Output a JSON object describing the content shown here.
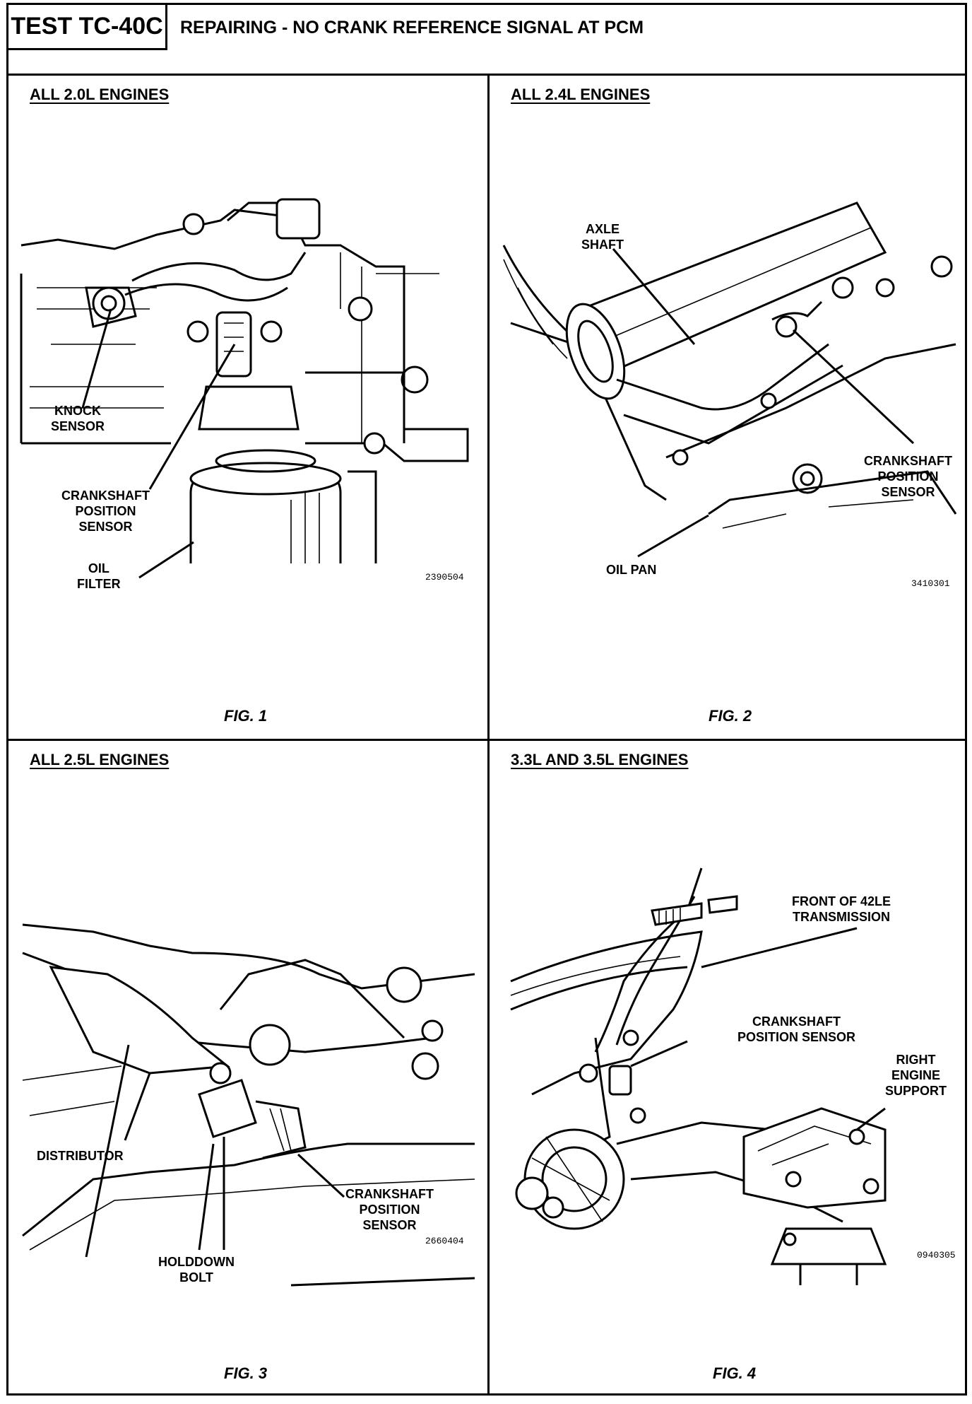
{
  "header": {
    "test_id": "TEST TC-40C",
    "title": "REPAIRING - NO CRANK REFERENCE SIGNAL AT PCM"
  },
  "panels": [
    {
      "title": "ALL 2.0L ENGINES",
      "figure": "FIG. 1",
      "code": "2390504",
      "labels": {
        "knock_sensor": [
          "KNOCK",
          "SENSOR"
        ],
        "crankshaft_sensor": [
          "CRANKSHAFT",
          "POSITION",
          "SENSOR"
        ],
        "oil_filter": [
          "OIL",
          "FILTER"
        ]
      }
    },
    {
      "title": "ALL 2.4L ENGINES",
      "figure": "FIG. 2",
      "code": "3410301",
      "labels": {
        "axle_shaft": [
          "AXLE",
          "SHAFT"
        ],
        "crankshaft_sensor": [
          "CRANKSHAFT",
          "POSITION",
          "SENSOR"
        ],
        "oil_pan": [
          "OIL PAN"
        ]
      }
    },
    {
      "title": "ALL 2.5L ENGINES",
      "figure": "FIG. 3",
      "code": "2660404",
      "labels": {
        "distributor": [
          "DISTRIBUTOR"
        ],
        "crankshaft_sensor": [
          "CRANKSHAFT",
          "POSITION",
          "SENSOR"
        ],
        "holddown_bolt": [
          "HOLDDOWN",
          "BOLT"
        ]
      }
    },
    {
      "title": "3.3L AND 3.5L ENGINES",
      "figure": "FIG. 4",
      "code": "0940305",
      "labels": {
        "front_transmission": [
          "FRONT OF 42LE",
          "TRANSMISSION"
        ],
        "crankshaft_sensor": [
          "CRANKSHAFT",
          "POSITION SENSOR"
        ],
        "right_engine_support": [
          "RIGHT",
          "ENGINE",
          "SUPPORT"
        ]
      }
    }
  ]
}
